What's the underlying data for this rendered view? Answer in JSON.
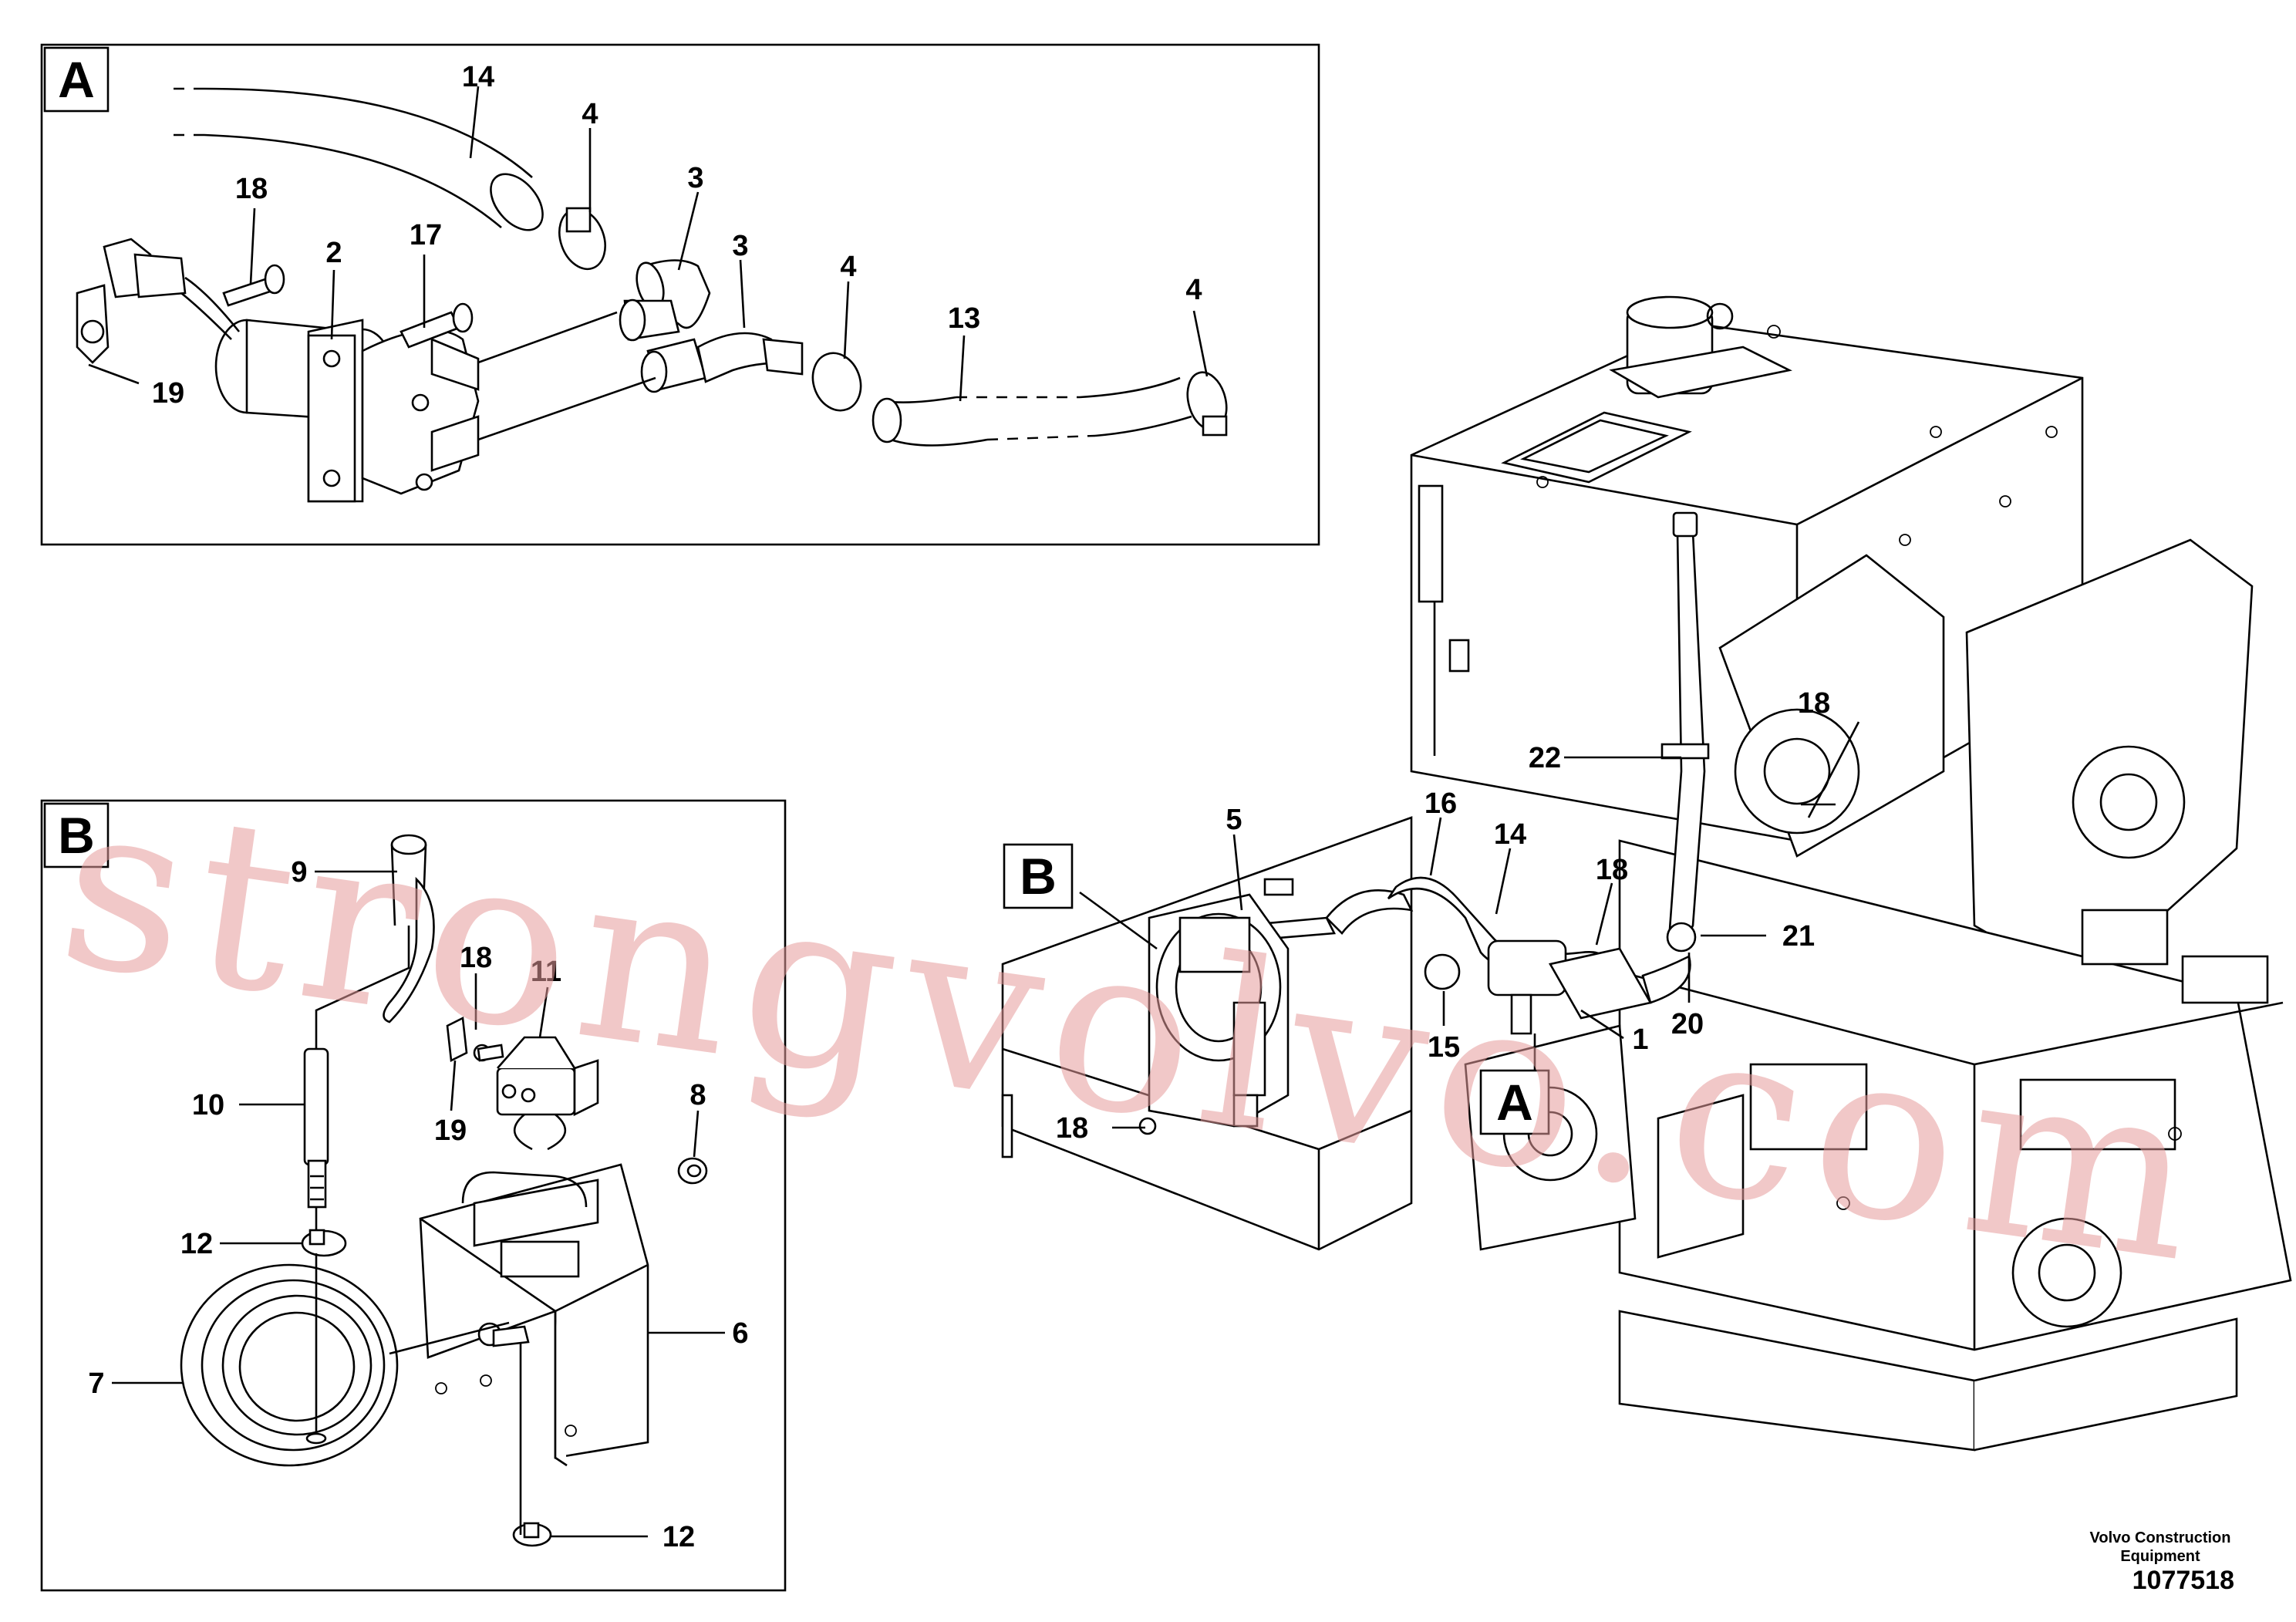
{
  "panels": {
    "a": {
      "letter": "A"
    },
    "b": {
      "letter": "B"
    }
  },
  "view_markers": {
    "b": "B",
    "a": "A"
  },
  "callouts": {
    "a_14": "14",
    "a_4_top": "4",
    "a_3_right": "3",
    "a_3_mid": "3",
    "a_18": "18",
    "a_17": "17",
    "a_2": "2",
    "a_19": "19",
    "a_4_mid": "4",
    "a_13": "13",
    "a_4_right": "4",
    "b_9": "9",
    "b_18": "18",
    "b_11": "11",
    "b_10": "10",
    "b_19": "19",
    "b_8": "8",
    "b_12_top": "12",
    "b_6": "6",
    "b_7": "7",
    "b_12_bottom": "12",
    "m_18_top": "18",
    "m_22": "22",
    "m_16": "16",
    "m_14": "14",
    "m_5": "5",
    "m_18_mid": "18",
    "m_21": "21",
    "m_15": "15",
    "m_1": "1",
    "m_20": "20",
    "m_18_low": "18"
  },
  "watermark": "strongvolvo.com",
  "footer": {
    "company": "Volvo Construction Equipment",
    "doc_number": "1077518"
  },
  "colors": {
    "line": "#000000",
    "watermark": "#e59a9a",
    "background": "#ffffff"
  }
}
